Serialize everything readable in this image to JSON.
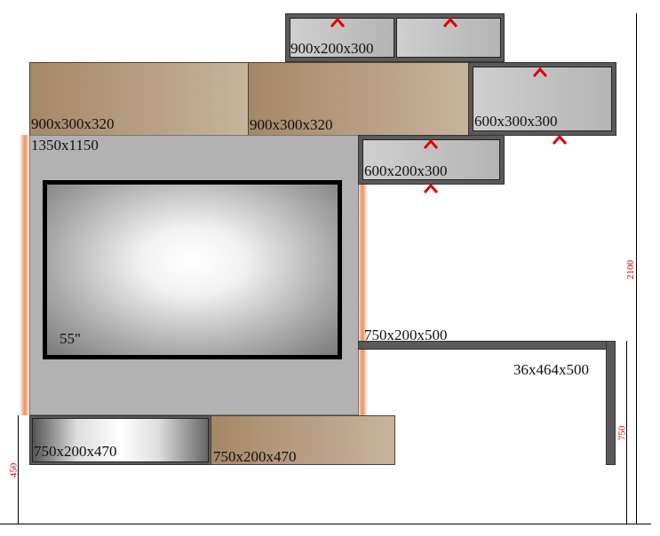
{
  "cabinets": {
    "top_wall": "900x200x300",
    "brown_left": "900x300x320",
    "brown_right": "900x300x320",
    "right_wall": "600x300x300",
    "main_panel": "1350x1150",
    "tv": "55\"",
    "small_wall": "600x200x300",
    "shelf": "750x200x500",
    "shelf_leg": "36x464x500",
    "bottom_left": "750x200x470",
    "bottom_right": "750x200x470"
  },
  "dimensions": {
    "total_height": "2100",
    "bottom_height": "450",
    "shelf_height": "750"
  },
  "colors": {
    "arrow": "#e00000",
    "dimension": "#d00000"
  }
}
